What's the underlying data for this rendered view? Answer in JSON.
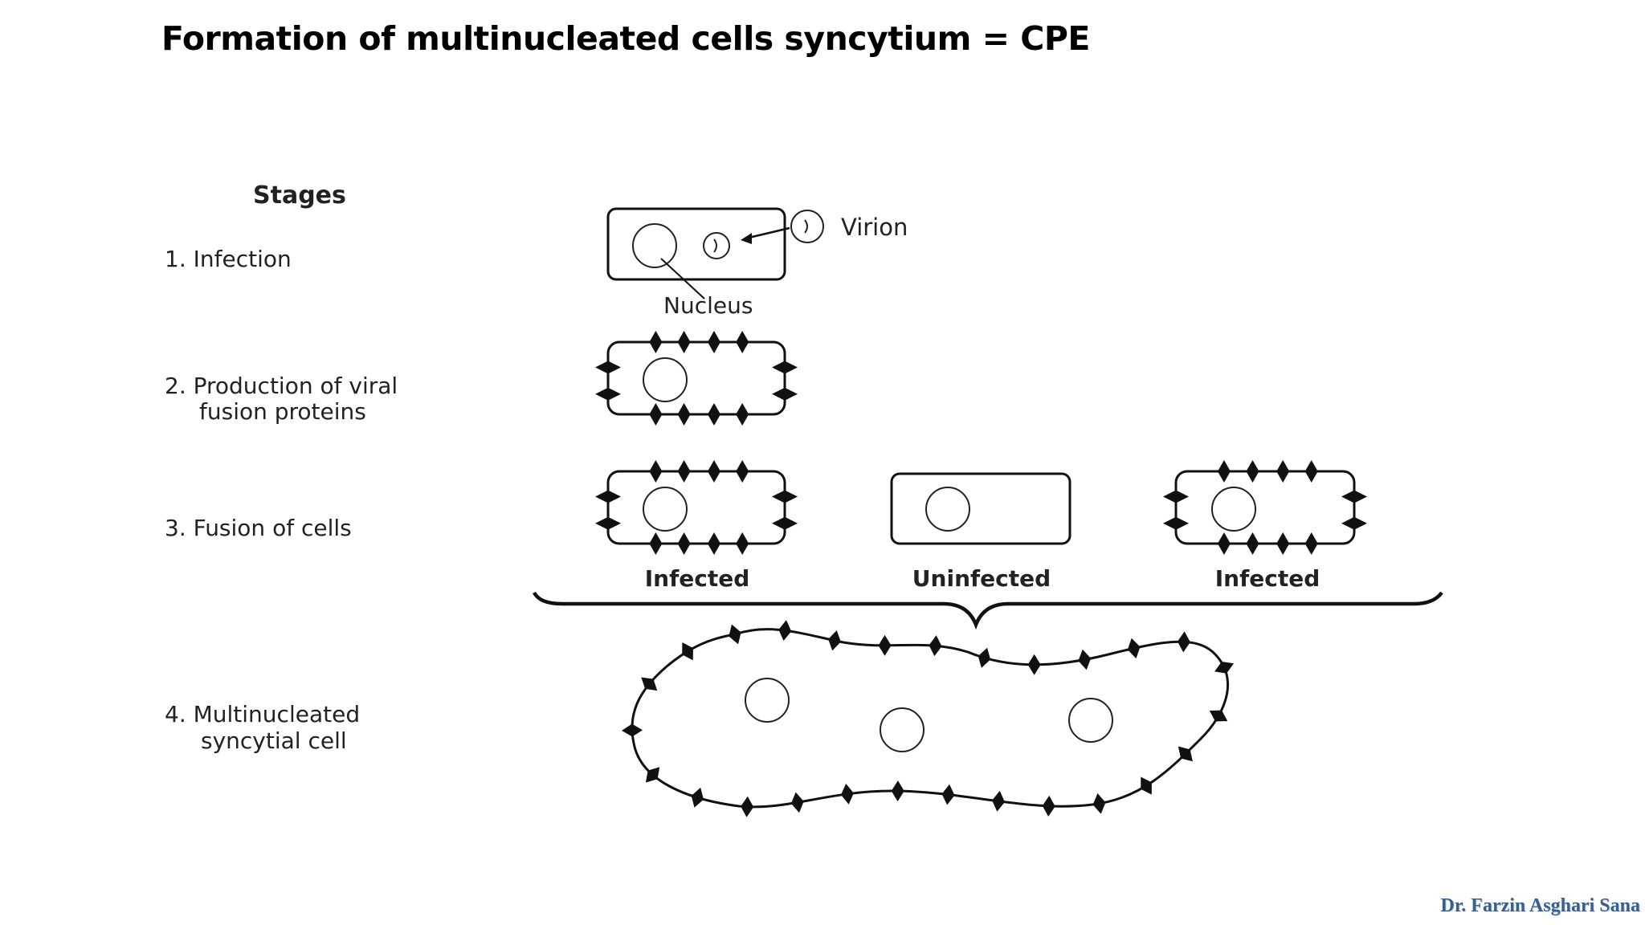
{
  "slide": {
    "title": "Formation of multinucleated cells syncytium = CPE",
    "author": "Dr. Farzin Asghari Sana"
  },
  "diagram": {
    "stages_heading": "Stages",
    "stages": [
      {
        "lines": [
          "1. Infection"
        ]
      },
      {
        "lines": [
          "2. Production of viral",
          "fusion proteins"
        ]
      },
      {
        "lines": [
          "3. Fusion of cells"
        ]
      },
      {
        "lines": [
          "4. Multinucleated",
          "syncytial cell"
        ]
      }
    ],
    "labels": {
      "virion": "Virion",
      "nucleus": "Nucleus",
      "infected_left": "Infected",
      "uninfected": "Uninfected",
      "infected_right": "Infected"
    }
  }
}
